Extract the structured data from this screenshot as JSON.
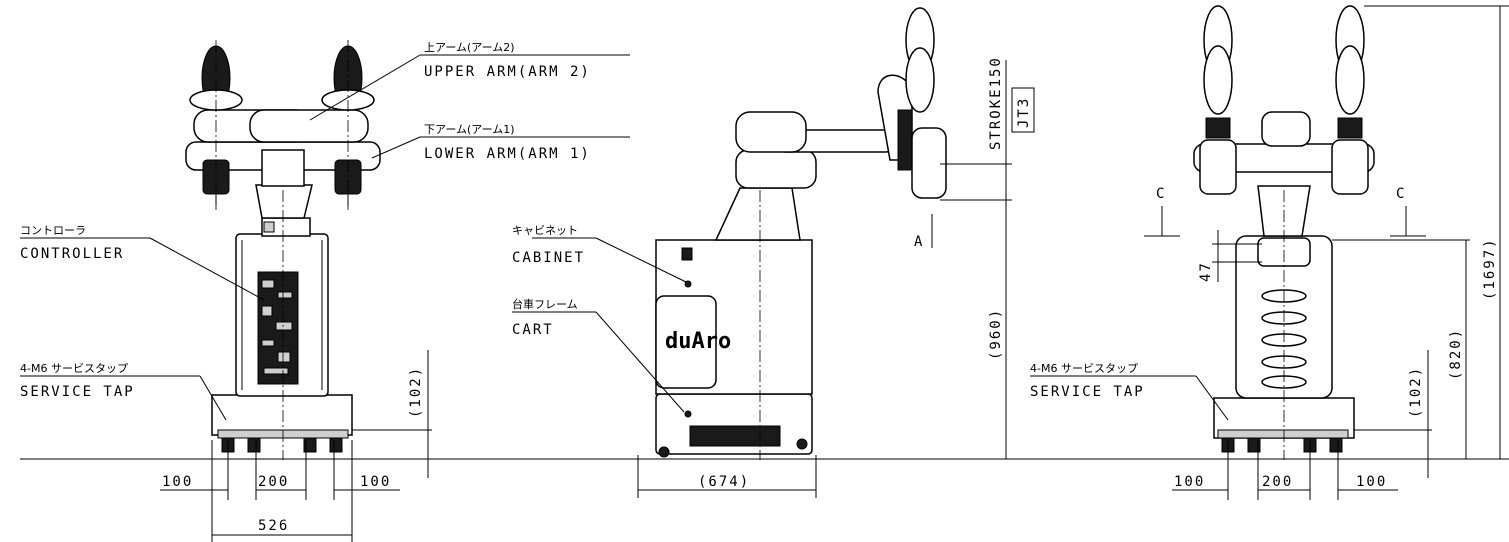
{
  "labels": {
    "upper_arm_jp": "上アーム(アーム2)",
    "upper_arm_en": "UPPER ARM(ARM 2)",
    "lower_arm_jp": "下アーム(アーム1)",
    "lower_arm_en": "LOWER ARM(ARM 1)",
    "controller_jp": "コントローラ",
    "controller_en": "CONTROLLER",
    "service_tap_jp_left": "4-M6 サービスタップ",
    "service_tap_en_left": "SERVICE TAP",
    "cabinet_jp": "キャビネット",
    "cabinet_en": "CABINET",
    "cart_jp": "台車フレーム",
    "cart_en": "CART",
    "stroke": "STROKE150",
    "jt3": "JT3",
    "view_a": "A",
    "service_tap_jp_right": "4-M6 サービスタップ",
    "service_tap_en_right": "SERVICE TAP",
    "section_c_left": "C",
    "section_c_right": "C",
    "brand_logo": "duAro"
  },
  "dimensions": {
    "left_100_a": "100",
    "left_200": "200",
    "left_100_b": "100",
    "left_526": "526",
    "left_102": "(102)",
    "mid_674": "(674)",
    "mid_960": "(960)",
    "right_100_a": "100",
    "right_200": "200",
    "right_100_b": "100",
    "right_102": "(102)",
    "right_47": "47",
    "right_820": "(820)",
    "right_1697": "(1697)"
  }
}
